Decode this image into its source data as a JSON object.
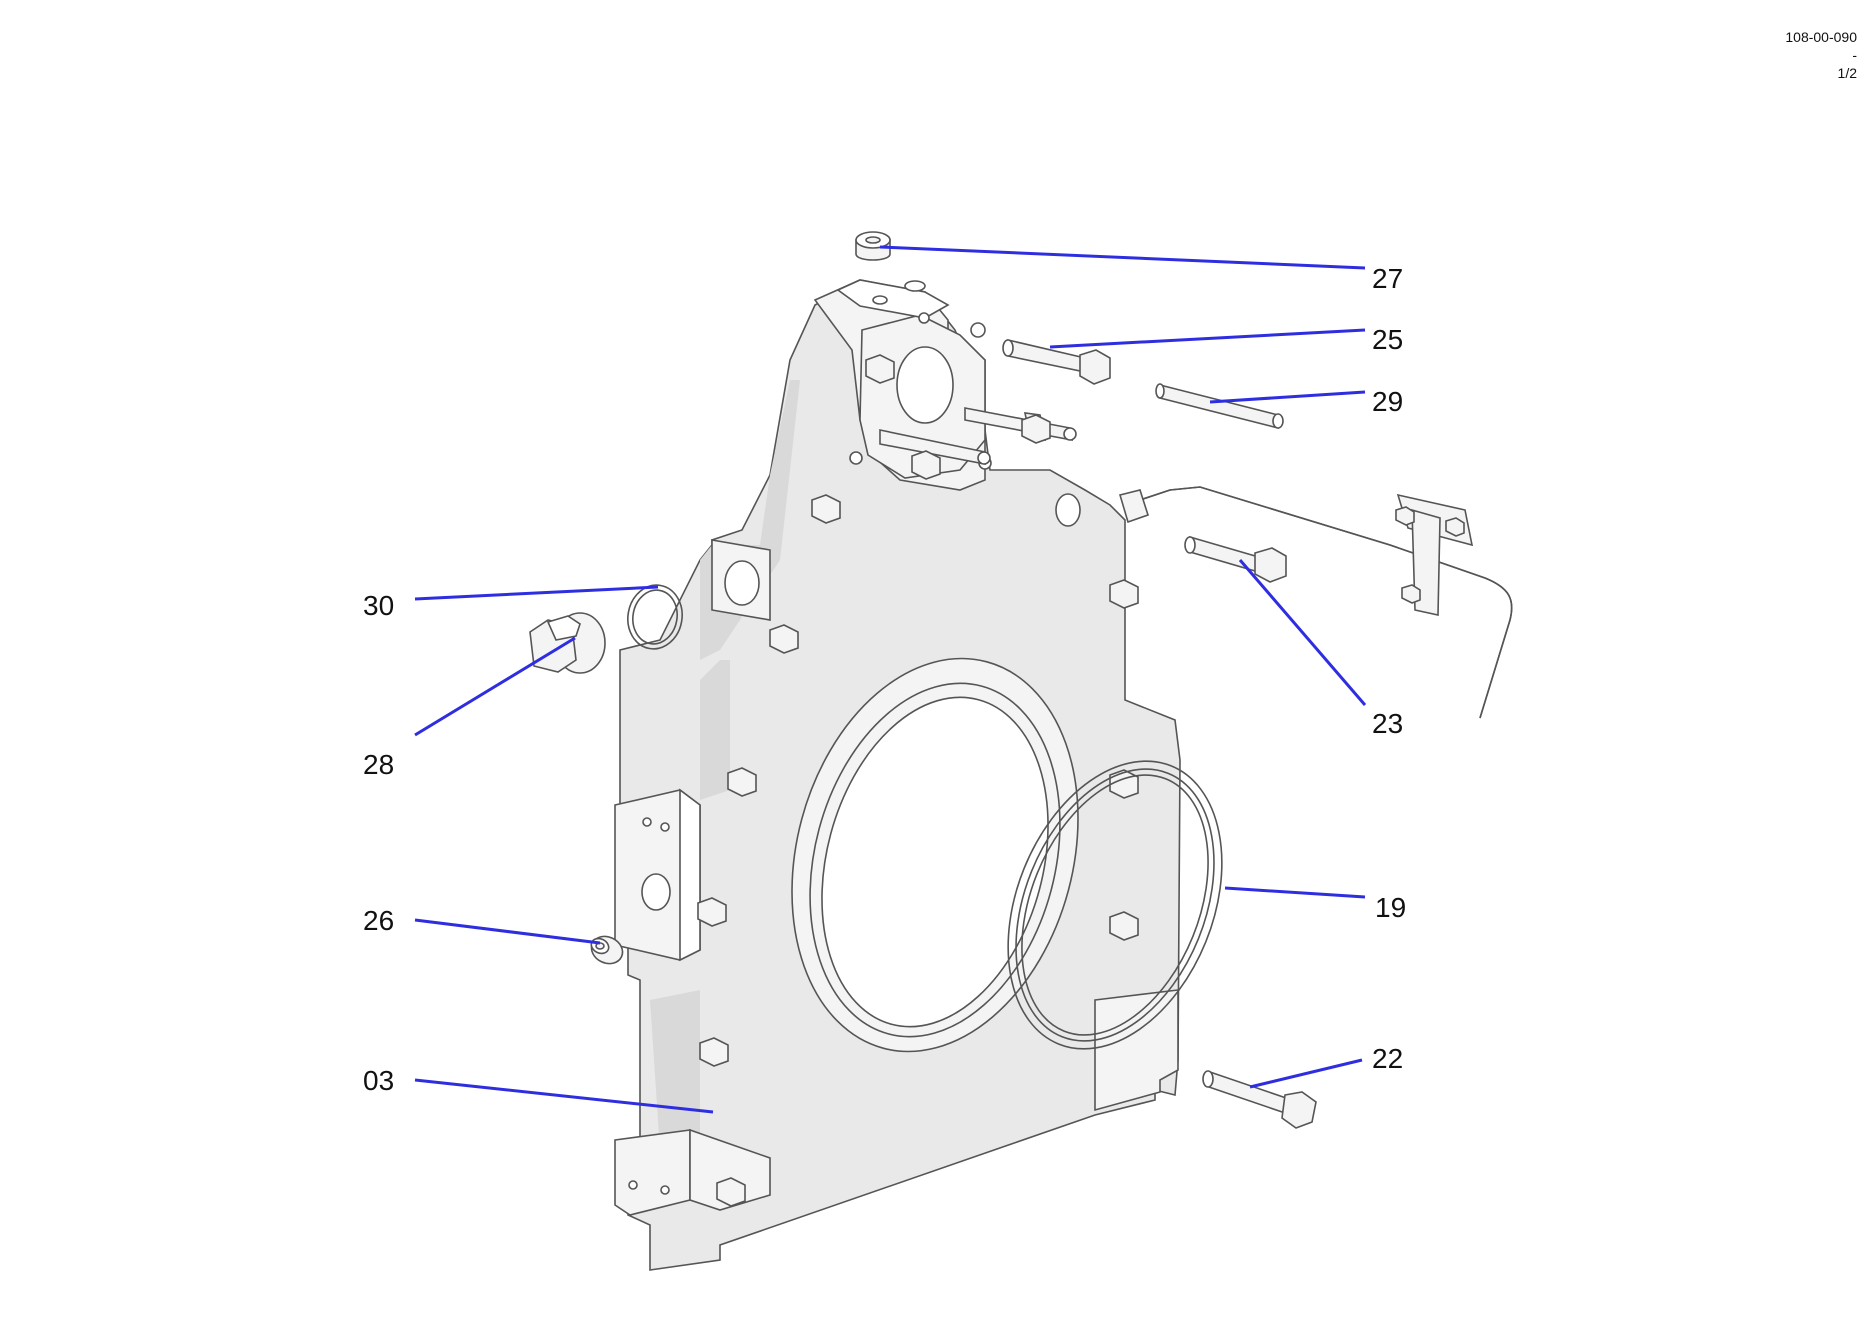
{
  "sheet": {
    "drawing_number": "108-00-090",
    "revision": "-",
    "page": "1/2"
  },
  "callouts": {
    "c27": "27",
    "c25": "25",
    "c29": "29",
    "c30": "30",
    "c28": "28",
    "c23": "23",
    "c26": "26",
    "c19": "19",
    "c03": "03",
    "c22": "22"
  },
  "colors": {
    "leader": "#2e2ee0",
    "part_fill": "#e9e9e9",
    "outline": "#555555"
  }
}
